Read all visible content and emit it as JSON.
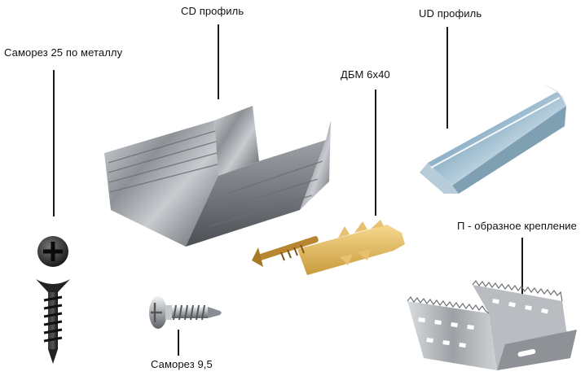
{
  "labels": {
    "screw_metal": "Саморез 25 по металлу",
    "cd_profile": "CD профиль",
    "ud_profile": "UD профиль",
    "dowel": "ДБМ 6х40",
    "hanger": "П - образное крепление",
    "screw_95": "Саморез 9,5"
  },
  "icons": [
    "drywall-screw",
    "cd-profile",
    "ud-profile",
    "dowel-nail",
    "u-hanger",
    "self-drilling-screw"
  ]
}
